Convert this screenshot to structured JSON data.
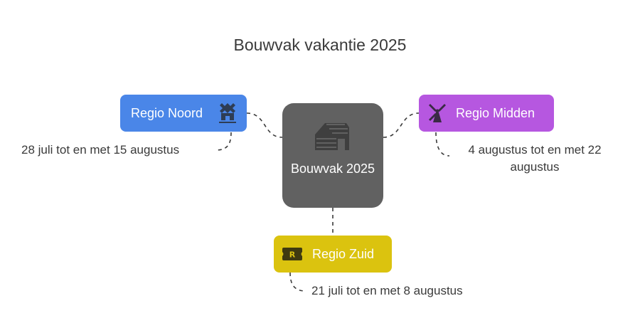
{
  "title": "Bouwvak vakantie 2025",
  "center": {
    "label": "Bouwvak 2025",
    "icon": "house-icon",
    "color": "#616161"
  },
  "regions": {
    "noord": {
      "label": "Regio Noord",
      "icon": "castle-icon",
      "color": "#4a86e8",
      "dates": "28 juli tot en met 15 augustus"
    },
    "midden": {
      "label": "Regio Midden",
      "icon": "windmill-icon",
      "color": "#b657e0",
      "dates": "4 augustus tot en met 22 augustus"
    },
    "zuid": {
      "label": "Regio Zuid",
      "icon": "ticket-icon",
      "color": "#dbc30f",
      "dates": "21 juli tot en met 8 augustus"
    }
  }
}
